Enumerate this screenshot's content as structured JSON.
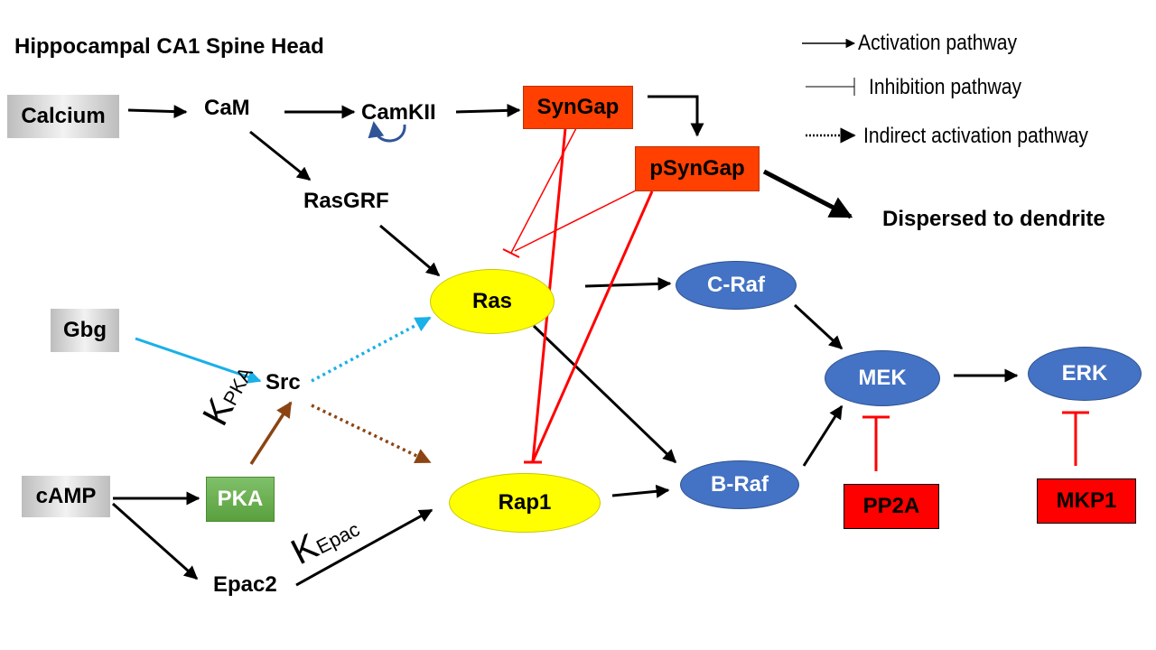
{
  "title": "Hippocampal CA1 Spine Head",
  "legend": {
    "activation": "Activation pathway",
    "inhibition": "Inhibition pathway",
    "indirect": "Indirect activation pathway"
  },
  "nodes": {
    "calcium": "Calcium",
    "cam": "CaM",
    "camkii": "CamKII",
    "syngap": "SynGap",
    "psyngap": "pSynGap",
    "rasgrf": "RasGRF",
    "dispersed": "Dispersed to dendrite",
    "ras": "Ras",
    "craf": "C-Raf",
    "gbg": "Gbg",
    "src": "Src",
    "mek": "MEK",
    "erk": "ERK",
    "camp": "cAMP",
    "pka": "PKA",
    "rap1": "Rap1",
    "braf": "B-Raf",
    "pp2a": "PP2A",
    "mkp1": "MKP1",
    "epac2": "Epac2"
  },
  "rate_labels": {
    "kpka_main": "K",
    "kpka_sub": "PKA",
    "kepac_main": "K",
    "kepac_sub": "Epac"
  },
  "colors": {
    "activation": "#000000",
    "inhibition": "#ff0000",
    "gbg_path": "#1ab0e8",
    "pka_path": "#8b4513",
    "self_loop": "#2f5597",
    "syngap_fill": "#ff4000",
    "raf_fill": "#4472c4",
    "ras_fill": "#ffff00",
    "pka_fill": "#5aa03d",
    "phosphatase_fill": "#ff0000"
  }
}
